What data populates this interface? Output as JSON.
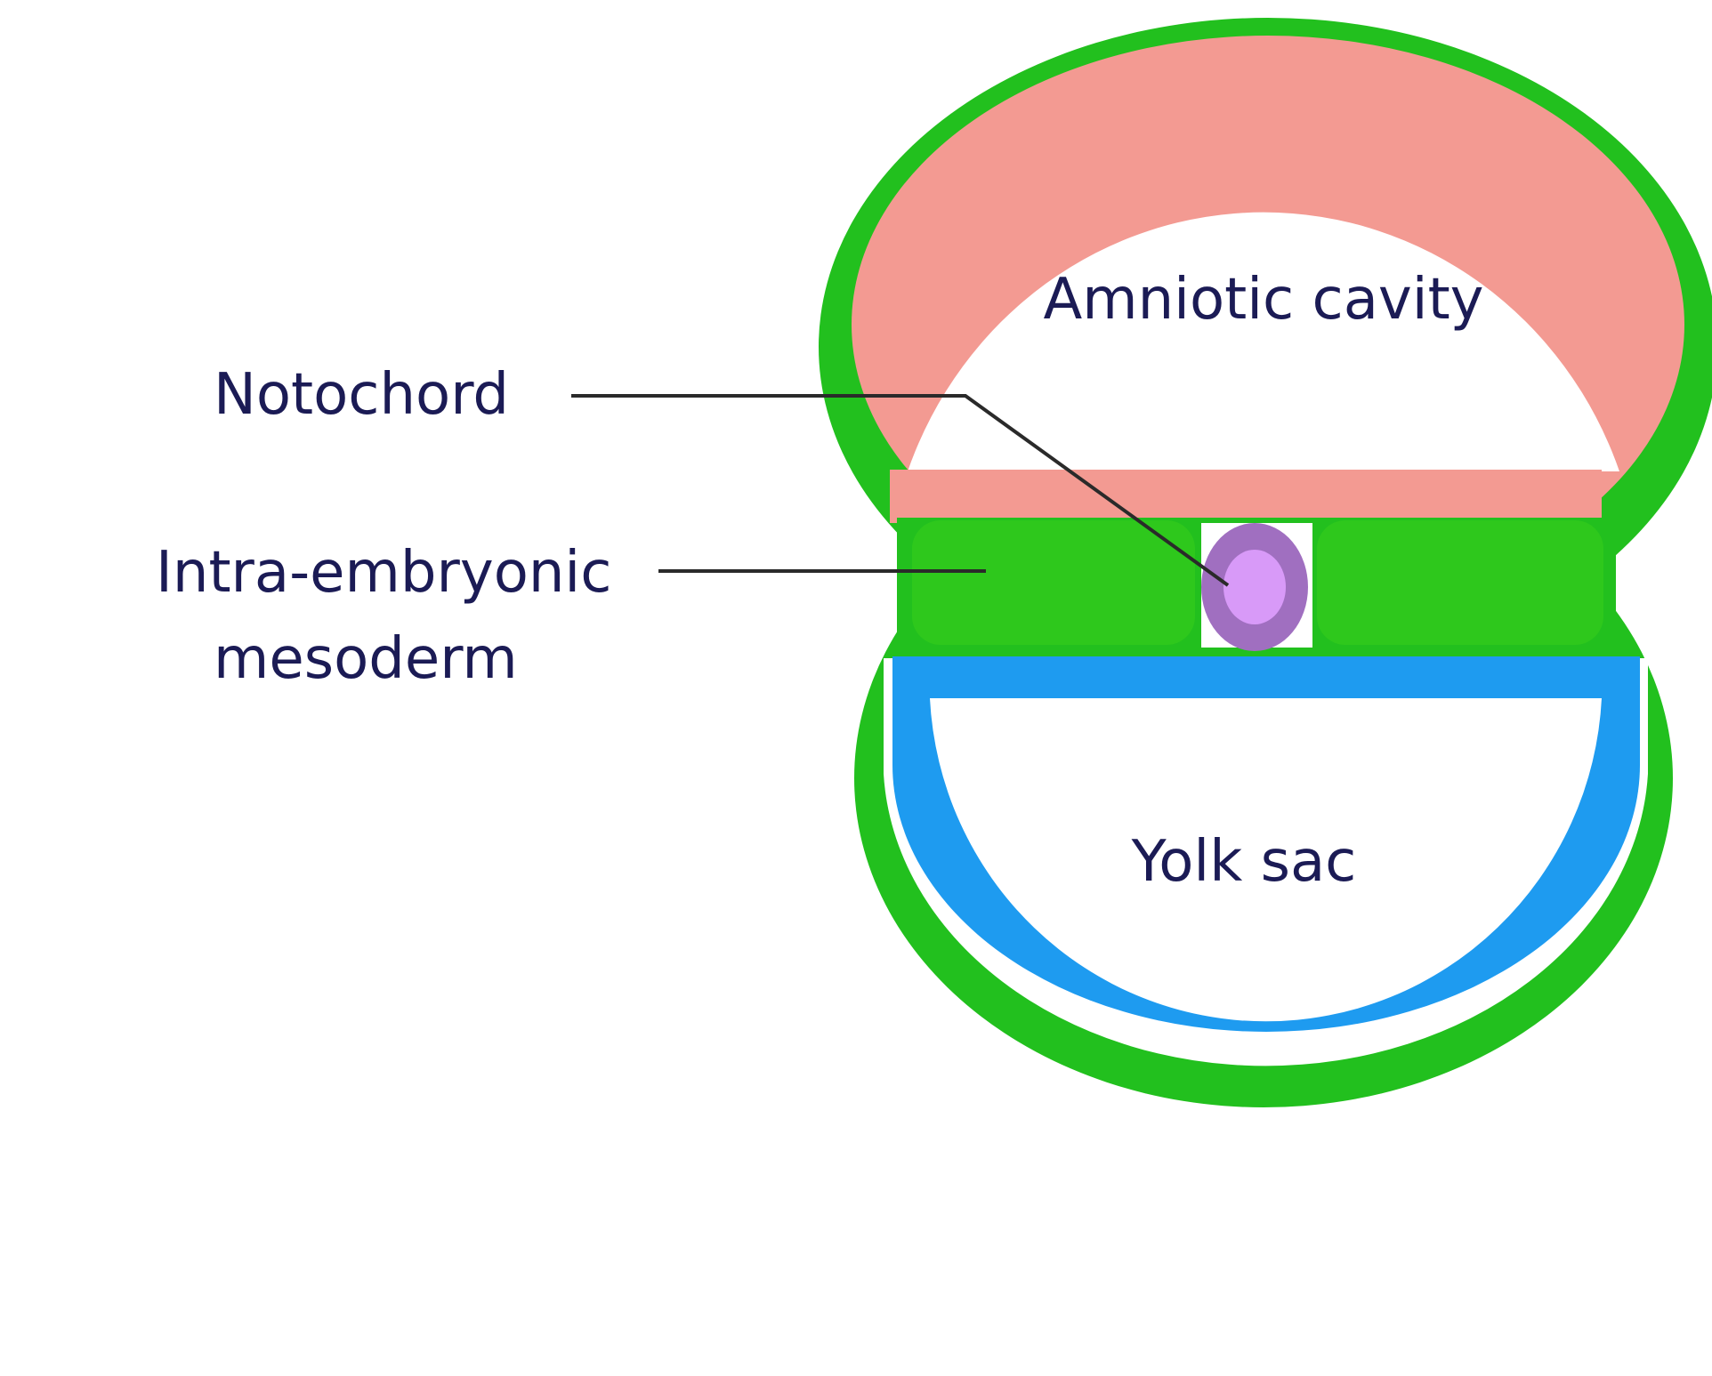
{
  "labels": {
    "amniotic_cavity": "Amniotic cavity",
    "notochord": "Notochord",
    "mesoderm_line1": "Intra-embryonic",
    "mesoderm_line2": "mesoderm",
    "yolk_sac": "Yolk sac"
  },
  "colors": {
    "background": "#ffffff",
    "ectoderm_outer": "#22c01e",
    "amnion_lining": "#f39a92",
    "mesoderm": "#2ec81c",
    "yolk_sac_lining": "#1e9bf0",
    "notochord_outer": "#a06fc0",
    "notochord_inner": "#d89af8",
    "label_text": "#1b1b55",
    "leader_line": "#2a2a2a"
  }
}
